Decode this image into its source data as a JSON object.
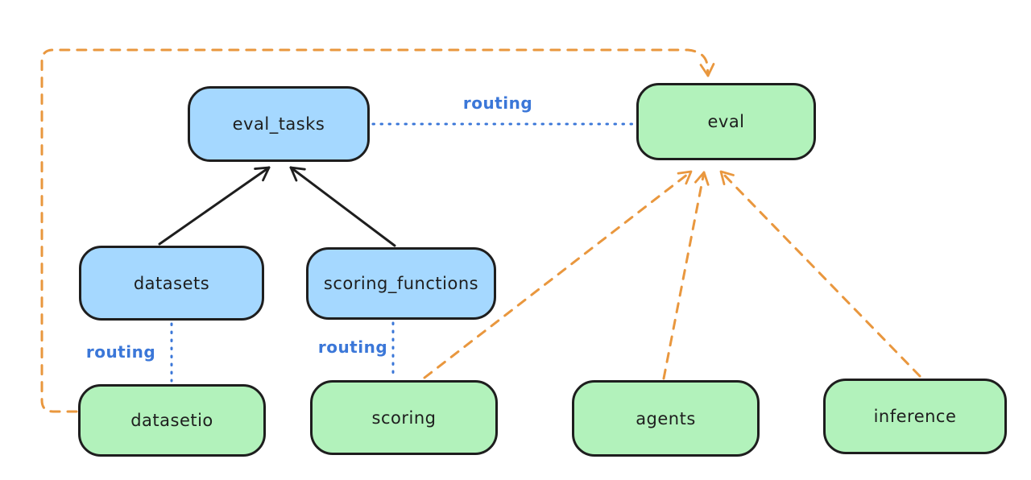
{
  "diagram": {
    "nodes": {
      "eval_tasks": {
        "label": "eval_tasks",
        "fill": "#a5d8ff"
      },
      "eval": {
        "label": "eval",
        "fill": "#b2f2bb"
      },
      "datasets": {
        "label": "datasets",
        "fill": "#a5d8ff"
      },
      "scoring_functions": {
        "label": "scoring_functions",
        "fill": "#a5d8ff"
      },
      "datasetio": {
        "label": "datasetio",
        "fill": "#b2f2bb"
      },
      "scoring": {
        "label": "scoring",
        "fill": "#b2f2bb"
      },
      "agents": {
        "label": "agents",
        "fill": "#b2f2bb"
      },
      "inference": {
        "label": "inference",
        "fill": "#b2f2bb"
      }
    },
    "edges": [
      {
        "from": "datasets",
        "to": "eval_tasks",
        "style": "solid-black-arrow",
        "label": ""
      },
      {
        "from": "scoring_functions",
        "to": "eval_tasks",
        "style": "solid-black-arrow",
        "label": ""
      },
      {
        "from": "eval_tasks",
        "to": "eval",
        "style": "dotted-blue",
        "label": "routing"
      },
      {
        "from": "datasets",
        "to": "datasetio",
        "style": "dotted-blue",
        "label": "routing"
      },
      {
        "from": "scoring_functions",
        "to": "scoring",
        "style": "dotted-blue",
        "label": "routing"
      },
      {
        "from": "datasetio",
        "to": "eval",
        "style": "dashed-orange-arrow",
        "label": ""
      },
      {
        "from": "scoring",
        "to": "eval",
        "style": "dashed-orange-arrow",
        "label": ""
      },
      {
        "from": "agents",
        "to": "eval",
        "style": "dashed-orange-arrow",
        "label": ""
      },
      {
        "from": "inference",
        "to": "eval",
        "style": "dashed-orange-arrow",
        "label": ""
      }
    ],
    "colors": {
      "background": "#ffffff",
      "node_stroke": "#1e1e1e",
      "blue_node_fill": "#a5d8ff",
      "green_node_fill": "#b2f2bb",
      "routing_blue": "#3b77d8",
      "provider_orange": "#e9973e",
      "dependency_black": "#1e1e1e"
    }
  }
}
